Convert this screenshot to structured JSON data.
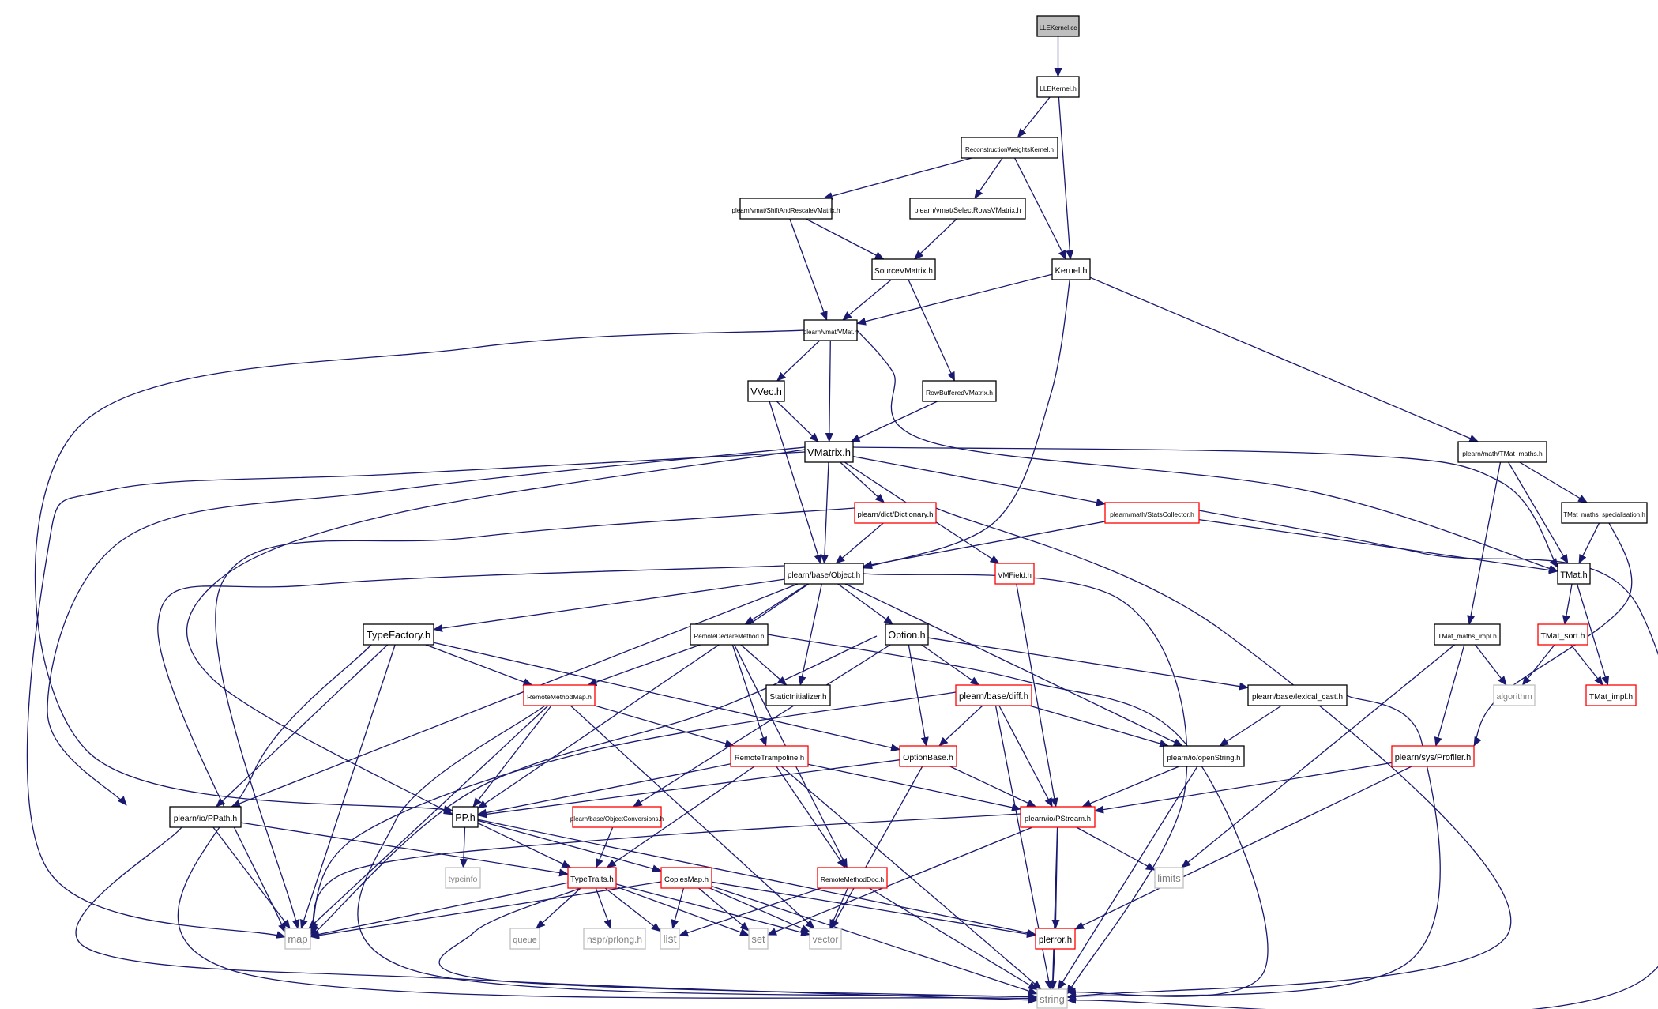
{
  "graph": {
    "title": "LLEKernel.cc",
    "colors": {
      "edge": "#191970",
      "normal_border": "#000000",
      "truncated_border": "#ff0000",
      "system_border": "#bfbfbf",
      "root_fill": "#bfbfbf",
      "text": "#000000",
      "system_text": "#7f7f7f"
    },
    "nodes": [
      {
        "id": "llekernel_cc",
        "label": "LLEKernel.cc",
        "kind": "root"
      },
      {
        "id": "llekernel_h",
        "label": "LLEKernel.h",
        "kind": "normal"
      },
      {
        "id": "recon_h",
        "label": "ReconstructionWeightsKernel.h",
        "kind": "normal"
      },
      {
        "id": "shiftrescale_h",
        "label": "plearn/vmat/ShiftAndRescaleVMatrix.h",
        "kind": "normal"
      },
      {
        "id": "selectrows_h",
        "label": "plearn/vmat/SelectRowsVMatrix.h",
        "kind": "normal"
      },
      {
        "id": "sourcevmatrix_h",
        "label": "SourceVMatrix.h",
        "kind": "normal"
      },
      {
        "id": "kernel_h",
        "label": "Kernel.h",
        "kind": "normal"
      },
      {
        "id": "vmat_h",
        "label": "plearn/vmat/VMat.h",
        "kind": "normal"
      },
      {
        "id": "vvec_h",
        "label": "VVec.h",
        "kind": "normal"
      },
      {
        "id": "rowbuffered_h",
        "label": "RowBufferedVMatrix.h",
        "kind": "normal"
      },
      {
        "id": "vmatrix_h",
        "label": "VMatrix.h",
        "kind": "normal"
      },
      {
        "id": "tmat_maths_h",
        "label": "plearn/math/TMat_maths.h",
        "kind": "normal"
      },
      {
        "id": "dictionary_h",
        "label": "plearn/dict/Dictionary.h",
        "kind": "truncated"
      },
      {
        "id": "statscollector_h",
        "label": "plearn/math/StatsCollector.h",
        "kind": "truncated"
      },
      {
        "id": "tmat_spec_h",
        "label": "TMat_maths_specialisation.h",
        "kind": "normal"
      },
      {
        "id": "object_h",
        "label": "plearn/base/Object.h",
        "kind": "normal"
      },
      {
        "id": "vmfield_h",
        "label": "VMField.h",
        "kind": "truncated"
      },
      {
        "id": "tmat_h",
        "label": "TMat.h",
        "kind": "normal"
      },
      {
        "id": "typefactory_h",
        "label": "TypeFactory.h",
        "kind": "normal"
      },
      {
        "id": "remotedeclare_h",
        "label": "RemoteDeclareMethod.h",
        "kind": "normal"
      },
      {
        "id": "option_h",
        "label": "Option.h",
        "kind": "normal"
      },
      {
        "id": "tmat_maths_impl_h",
        "label": "TMat_maths_impl.h",
        "kind": "normal"
      },
      {
        "id": "tmat_sort_h",
        "label": "TMat_sort.h",
        "kind": "truncated"
      },
      {
        "id": "remotemethodmap_h",
        "label": "RemoteMethodMap.h",
        "kind": "truncated"
      },
      {
        "id": "staticinit_h",
        "label": "StaticInitializer.h",
        "kind": "normal"
      },
      {
        "id": "diff_h",
        "label": "plearn/base/diff.h",
        "kind": "truncated"
      },
      {
        "id": "lexical_cast_h",
        "label": "plearn/base/lexical_cast.h",
        "kind": "normal"
      },
      {
        "id": "algorithm",
        "label": "algorithm",
        "kind": "system"
      },
      {
        "id": "tmat_impl_h",
        "label": "TMat_impl.h",
        "kind": "truncated"
      },
      {
        "id": "remotetrampoline_h",
        "label": "RemoteTrampoline.h",
        "kind": "truncated"
      },
      {
        "id": "optionbase_h",
        "label": "OptionBase.h",
        "kind": "truncated"
      },
      {
        "id": "openstring_h",
        "label": "plearn/io/openString.h",
        "kind": "normal"
      },
      {
        "id": "profiler_h",
        "label": "plearn/sys/Profiler.h",
        "kind": "truncated"
      },
      {
        "id": "ppath_h",
        "label": "plearn/io/PPath.h",
        "kind": "normal"
      },
      {
        "id": "pp_h",
        "label": "PP.h",
        "kind": "normal"
      },
      {
        "id": "objconv_h",
        "label": "plearn/base/ObjectConversions.h",
        "kind": "truncated"
      },
      {
        "id": "pstream_h",
        "label": "plearn/io/PStream.h",
        "kind": "truncated"
      },
      {
        "id": "typeinfo",
        "label": "typeinfo",
        "kind": "system"
      },
      {
        "id": "limits",
        "label": "limits",
        "kind": "system"
      },
      {
        "id": "typetraits_h",
        "label": "TypeTraits.h",
        "kind": "truncated"
      },
      {
        "id": "copiesmap_h",
        "label": "CopiesMap.h",
        "kind": "truncated"
      },
      {
        "id": "remotemethoddoc_h",
        "label": "RemoteMethodDoc.h",
        "kind": "truncated"
      },
      {
        "id": "map",
        "label": "map",
        "kind": "system"
      },
      {
        "id": "queue",
        "label": "queue",
        "kind": "system"
      },
      {
        "id": "nspr_h",
        "label": "nspr/prlong.h",
        "kind": "system"
      },
      {
        "id": "list",
        "label": "list",
        "kind": "system"
      },
      {
        "id": "set",
        "label": "set",
        "kind": "system"
      },
      {
        "id": "vector",
        "label": "vector",
        "kind": "system"
      },
      {
        "id": "plerror_h",
        "label": "plerror.h",
        "kind": "truncated"
      },
      {
        "id": "string",
        "label": "string",
        "kind": "system"
      }
    ],
    "edges": [
      [
        "llekernel_cc",
        "llekernel_h"
      ],
      [
        "llekernel_h",
        "recon_h"
      ],
      [
        "llekernel_h",
        "kernel_h"
      ],
      [
        "recon_h",
        "shiftrescale_h"
      ],
      [
        "recon_h",
        "selectrows_h"
      ],
      [
        "recon_h",
        "kernel_h"
      ],
      [
        "shiftrescale_h",
        "sourcevmatrix_h"
      ],
      [
        "shiftrescale_h",
        "vmat_h"
      ],
      [
        "selectrows_h",
        "sourcevmatrix_h"
      ],
      [
        "sourcevmatrix_h",
        "vmat_h"
      ],
      [
        "sourcevmatrix_h",
        "rowbuffered_h"
      ],
      [
        "kernel_h",
        "vmat_h"
      ],
      [
        "kernel_h",
        "tmat_maths_h"
      ],
      [
        "kernel_h",
        "object_h"
      ],
      [
        "vmat_h",
        "vvec_h"
      ],
      [
        "vmat_h",
        "vmatrix_h"
      ],
      [
        "vmat_h",
        "tmat_h"
      ],
      [
        "vmat_h",
        "pp_h"
      ],
      [
        "vvec_h",
        "vmatrix_h"
      ],
      [
        "vvec_h",
        "object_h"
      ],
      [
        "rowbuffered_h",
        "vmatrix_h"
      ],
      [
        "vmatrix_h",
        "dictionary_h"
      ],
      [
        "vmatrix_h",
        "statscollector_h"
      ],
      [
        "vmatrix_h",
        "vmfield_h"
      ],
      [
        "vmatrix_h",
        "object_h"
      ],
      [
        "vmatrix_h",
        "tmat_h"
      ],
      [
        "vmatrix_h",
        "map"
      ],
      [
        "vmatrix_h",
        "ppath_h"
      ],
      [
        "vmatrix_h",
        "pp_h"
      ],
      [
        "tmat_maths_h",
        "tmat_spec_h"
      ],
      [
        "tmat_maths_h",
        "tmat_h"
      ],
      [
        "tmat_maths_h",
        "tmat_maths_impl_h"
      ],
      [
        "tmat_spec_h",
        "tmat_h"
      ],
      [
        "tmat_spec_h",
        "profiler_h"
      ],
      [
        "dictionary_h",
        "object_h"
      ],
      [
        "dictionary_h",
        "string"
      ],
      [
        "dictionary_h",
        "map"
      ],
      [
        "statscollector_h",
        "object_h"
      ],
      [
        "statscollector_h",
        "tmat_h"
      ],
      [
        "statscollector_h",
        "string"
      ],
      [
        "vmfield_h",
        "pstream_h"
      ],
      [
        "tmat_h",
        "tmat_sort_h"
      ],
      [
        "tmat_h",
        "tmat_impl_h"
      ],
      [
        "tmat_sort_h",
        "algorithm"
      ],
      [
        "tmat_sort_h",
        "tmat_impl_h"
      ],
      [
        "tmat_maths_impl_h",
        "algorithm"
      ],
      [
        "tmat_maths_impl_h",
        "profiler_h"
      ],
      [
        "tmat_maths_impl_h",
        "limits"
      ],
      [
        "object_h",
        "typefactory_h"
      ],
      [
        "object_h",
        "remotedeclare_h"
      ],
      [
        "object_h",
        "option_h"
      ],
      [
        "object_h",
        "staticinit_h"
      ],
      [
        "object_h",
        "openstring_h"
      ],
      [
        "object_h",
        "ppath_h"
      ],
      [
        "object_h",
        "pp_h"
      ],
      [
        "object_h",
        "map"
      ],
      [
        "object_h",
        "string"
      ],
      [
        "typefactory_h",
        "remotemethodmap_h"
      ],
      [
        "typefactory_h",
        "optionbase_h"
      ],
      [
        "typefactory_h",
        "ppath_h"
      ],
      [
        "typefactory_h",
        "map"
      ],
      [
        "typefactory_h",
        "string"
      ],
      [
        "remotedeclare_h",
        "remotemethodmap_h"
      ],
      [
        "remotedeclare_h",
        "staticinit_h"
      ],
      [
        "remotedeclare_h",
        "remotetrampoline_h"
      ],
      [
        "remotedeclare_h",
        "remotemethoddoc_h"
      ],
      [
        "remotedeclare_h",
        "string"
      ],
      [
        "option_h",
        "diff_h"
      ],
      [
        "option_h",
        "lexical_cast_h"
      ],
      [
        "option_h",
        "optionbase_h"
      ],
      [
        "option_h",
        "objconv_h"
      ],
      [
        "option_h",
        "map"
      ],
      [
        "remotemethodmap_h",
        "remotetrampoline_h"
      ],
      [
        "remotemethodmap_h",
        "pp_h"
      ],
      [
        "remotemethodmap_h",
        "map"
      ],
      [
        "remotemethodmap_h",
        "string"
      ],
      [
        "remotemethodmap_h",
        "vector"
      ],
      [
        "diff_h",
        "optionbase_h"
      ],
      [
        "diff_h",
        "openstring_h"
      ],
      [
        "diff_h",
        "pstream_h"
      ],
      [
        "diff_h",
        "string"
      ],
      [
        "diff_h",
        "map"
      ],
      [
        "lexical_cast_h",
        "openstring_h"
      ],
      [
        "lexical_cast_h",
        "string"
      ],
      [
        "remotetrampoline_h",
        "pp_h"
      ],
      [
        "remotetrampoline_h",
        "pstream_h"
      ],
      [
        "remotetrampoline_h",
        "typetraits_h"
      ],
      [
        "remotetrampoline_h",
        "remotemethoddoc_h"
      ],
      [
        "remotetrampoline_h",
        "string"
      ],
      [
        "optionbase_h",
        "pp_h"
      ],
      [
        "optionbase_h",
        "pstream_h"
      ],
      [
        "optionbase_h",
        "vector"
      ],
      [
        "openstring_h",
        "pstream_h"
      ],
      [
        "openstring_h",
        "string"
      ],
      [
        "profiler_h",
        "pstream_h"
      ],
      [
        "profiler_h",
        "plerror_h"
      ],
      [
        "ppath_h",
        "typetraits_h"
      ],
      [
        "ppath_h",
        "map"
      ],
      [
        "ppath_h",
        "string"
      ],
      [
        "pp_h",
        "typeinfo"
      ],
      [
        "pp_h",
        "typetraits_h"
      ],
      [
        "pp_h",
        "copiesmap_h"
      ],
      [
        "pp_h",
        "plerror_h"
      ],
      [
        "objconv_h",
        "typetraits_h"
      ],
      [
        "pstream_h",
        "limits"
      ],
      [
        "pstream_h",
        "map"
      ],
      [
        "pstream_h",
        "set"
      ],
      [
        "pstream_h",
        "plerror_h"
      ],
      [
        "pstream_h",
        "string"
      ],
      [
        "typetraits_h",
        "map"
      ],
      [
        "typetraits_h",
        "queue"
      ],
      [
        "typetraits_h",
        "nspr_h"
      ],
      [
        "typetraits_h",
        "list"
      ],
      [
        "typetraits_h",
        "set"
      ],
      [
        "typetraits_h",
        "vector"
      ],
      [
        "typetraits_h",
        "string"
      ],
      [
        "copiesmap_h",
        "map"
      ],
      [
        "copiesmap_h",
        "list"
      ],
      [
        "copiesmap_h",
        "set"
      ],
      [
        "copiesmap_h",
        "vector"
      ],
      [
        "copiesmap_h",
        "plerror_h"
      ],
      [
        "copiesmap_h",
        "string"
      ],
      [
        "remotemethoddoc_h",
        "list"
      ],
      [
        "remotemethoddoc_h",
        "vector"
      ],
      [
        "remotemethoddoc_h",
        "string"
      ],
      [
        "plerror_h",
        "string"
      ]
    ]
  }
}
